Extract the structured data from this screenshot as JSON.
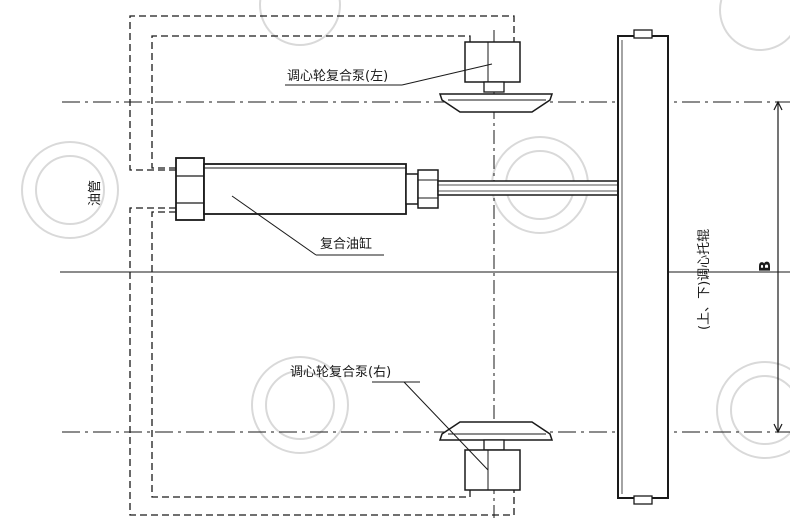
{
  "labels": {
    "pump_left": "调心轮复合泵(左)",
    "pump_right": "调心轮复合泵(右)",
    "oil_pipe": "油管",
    "compound_cylinder": "复合油缸",
    "roller": "(上、下)调心托辊",
    "dimension_b": "B"
  }
}
